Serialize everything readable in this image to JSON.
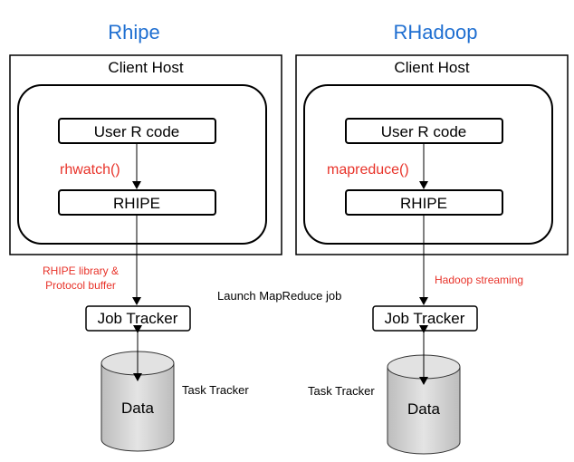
{
  "left": {
    "heading": "Rhipe",
    "client_host": "Client Host",
    "user_code": "User R code",
    "call": "rhwatch()",
    "engine": "RHIPE",
    "link_label_line1": "RHIPE  library &",
    "link_label_line2": "Protocol buffer",
    "job_tracker": "Job Tracker",
    "data": "Data",
    "task_tracker": "Task Tracker"
  },
  "right": {
    "heading": "RHadoop",
    "client_host": "Client Host",
    "user_code": "User R code",
    "call": "mapreduce()",
    "engine": "RHIPE",
    "link_label": "Hadoop streaming",
    "job_tracker": "Job Tracker",
    "data": "Data",
    "task_tracker": "Task Tracker"
  },
  "center_label": "Launch MapReduce job",
  "colors": {
    "heading": "#1f6fd1",
    "accent_red": "#e8332a",
    "cylinder_fill": "#cfcfcf",
    "stroke": "#000000"
  }
}
